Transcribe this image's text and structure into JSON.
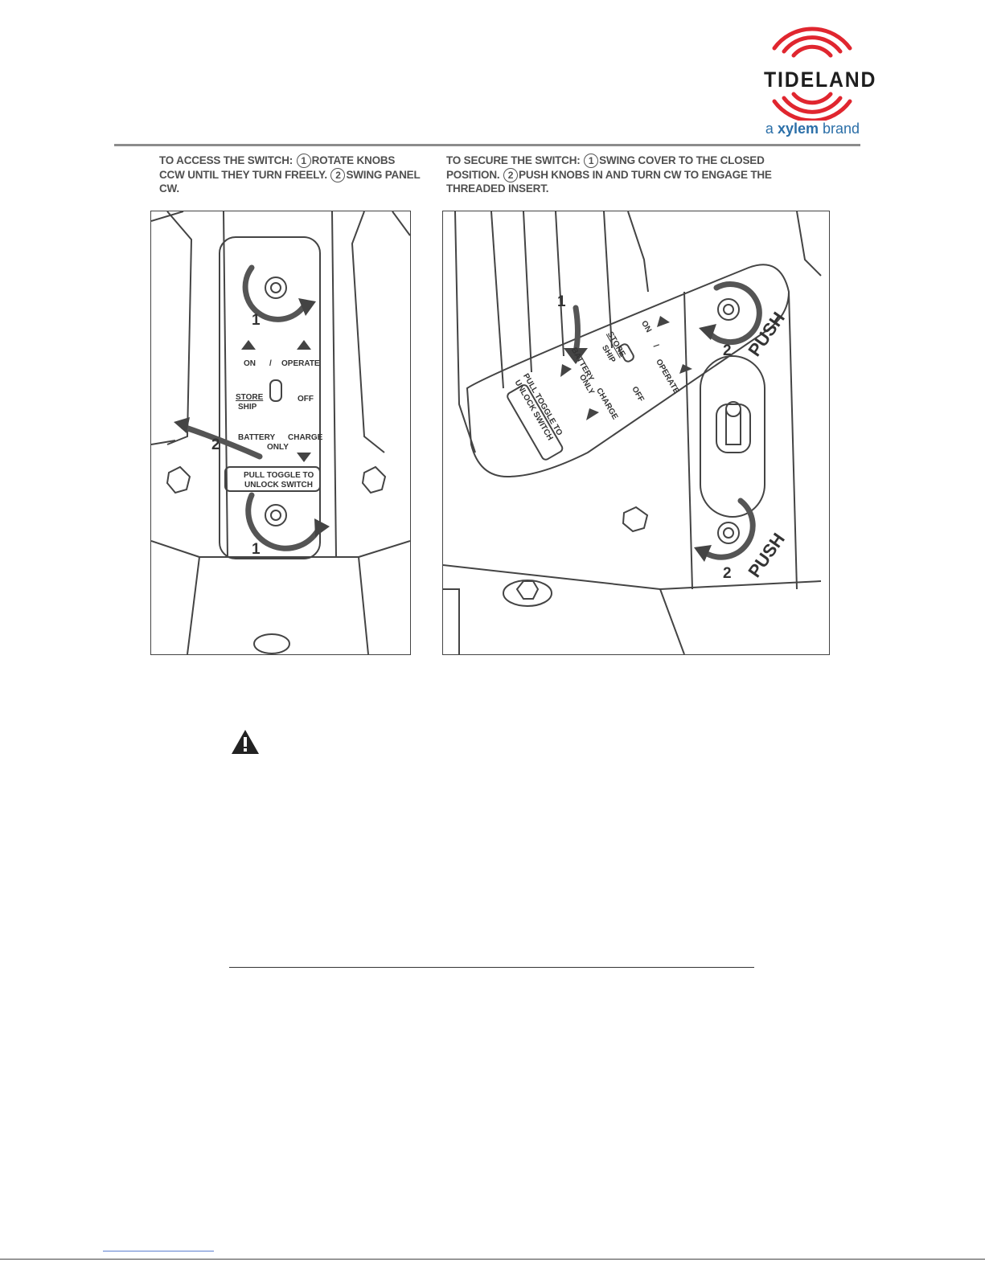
{
  "logo": {
    "name": "TIDELAND",
    "tagline_prefix": "a",
    "tagline_brand": "xylem",
    "tagline_suffix": "brand",
    "color_red": "#e0262f",
    "color_blue": "#2b6fa8"
  },
  "captions": {
    "left_part1": "TO ACCESS THE SWITCH:",
    "left_step1_num": "1",
    "left_part2": "ROTATE KNOBS CCW UNTIL THEY TURN FREELY.",
    "left_step2_num": "2",
    "left_part3": "SWING PANEL CW.",
    "right_part1": "TO SECURE THE SWITCH:",
    "right_step1_num": "1",
    "right_part2": "SWING COVER TO THE CLOSED POSITION.",
    "right_step2_num": "2",
    "right_part3": "PUSH KNOBS IN AND TURN CW TO ENGAGE THE THREADED INSERT."
  },
  "left_panel": {
    "on": "ON",
    "slash": "/",
    "operate": "OPERATE",
    "store": "STORE",
    "ship": "SHIP",
    "off": "OFF",
    "battery": "BATTERY",
    "only": "ONLY",
    "charge": "CHARGE",
    "pull_line1": "PULL TOGGLE TO",
    "pull_line2": "UNLOCK SWITCH",
    "step1_top": "1",
    "step1_bottom": "1",
    "step2": "2"
  },
  "right_panel": {
    "on": "ON",
    "slash": "/",
    "operate": "OPERATE",
    "store": "STORE",
    "ship": "SHIP",
    "off": "OFF",
    "battery": "BATTERY",
    "only": "ONLY",
    "charge": "CHARGE",
    "pull_line1": "PULL TOGGLE TO",
    "pull_line2": "UNLOCK SWITCH",
    "step1": "1",
    "step2_top": "2",
    "push_top": "PUSH",
    "step2_bottom": "2",
    "push_bottom": "PUSH"
  },
  "warning": {
    "icon": "warning-triangle-icon"
  }
}
